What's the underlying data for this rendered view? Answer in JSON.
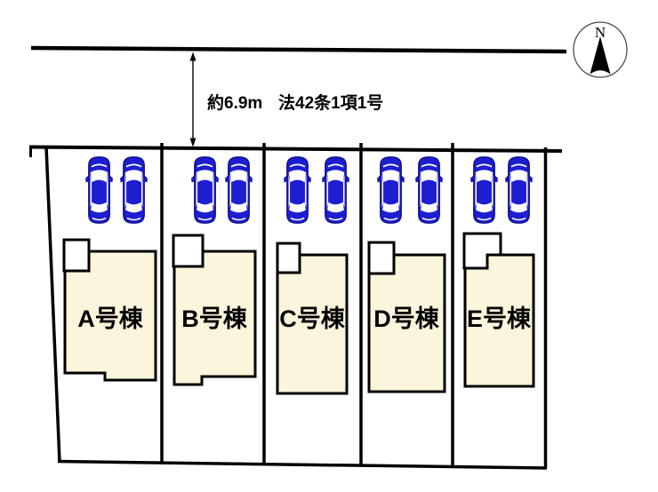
{
  "site_plan": {
    "north_label": "N",
    "road_annotation": {
      "width_label": "約6.9m",
      "law_label": "法42条1項1号"
    },
    "buildings": [
      {
        "label": "A号棟"
      },
      {
        "label": "B号棟"
      },
      {
        "label": "C号棟"
      },
      {
        "label": "D号棟"
      },
      {
        "label": "E号棟"
      }
    ],
    "cars_per_lot": 2,
    "colors": {
      "building_fill": "#FBF5DB",
      "car_blue": "#1E1ED1",
      "line_black": "#000000"
    }
  }
}
